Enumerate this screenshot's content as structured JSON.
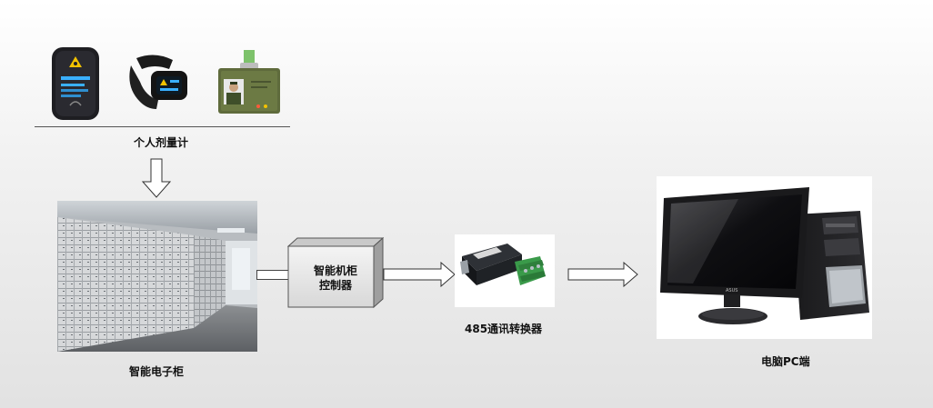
{
  "labels": {
    "dosimeter": "个人剂量计",
    "cabinet": "智能电子柜",
    "controller": "智能机柜\n控制器",
    "controller_line1": "智能机柜",
    "controller_line2": "控制器",
    "converter": "485通讯转换器",
    "pc": "电脑PC端"
  },
  "devices": {
    "monitor_brand": "ASUS"
  },
  "icons": [
    "dosimeter-pager-icon",
    "dosimeter-watch-icon",
    "dosimeter-badge-icon",
    "down-arrow-icon",
    "right-arrow-icon",
    "cabinet-photo",
    "converter-device",
    "pc-image"
  ]
}
